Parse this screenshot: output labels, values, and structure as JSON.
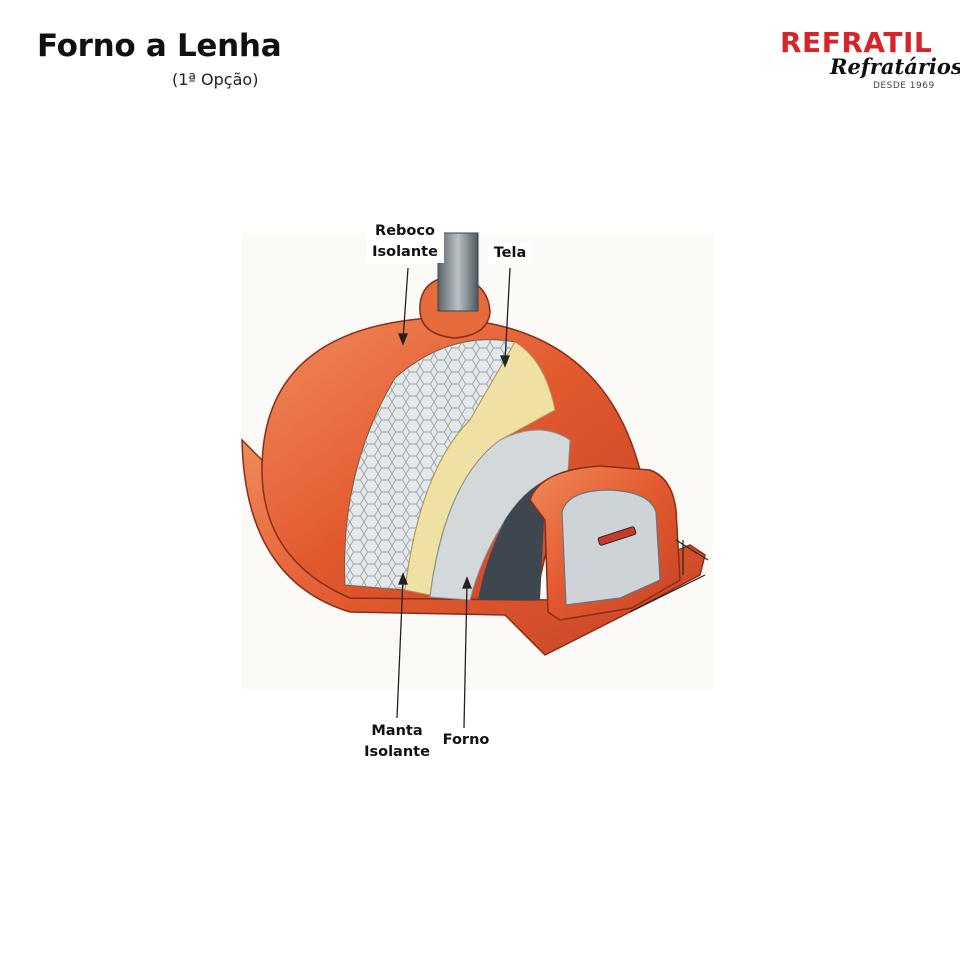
{
  "header": {
    "title": "Forno a Lenha",
    "subtitle": "(1ª Opção)"
  },
  "logo": {
    "brand": "REFRATIL",
    "script": "Refratários",
    "since": "DESDE 1969",
    "brand_color": "#d7242a"
  },
  "labels": {
    "reboco_isolante": "Reboco\nIsolante",
    "tela": "Tela",
    "manta_isolante": "Manta\nIsolante",
    "forno": "Forno"
  },
  "colors": {
    "shell": "#e56a3c",
    "shell_dark": "#c7472a",
    "mesh": "#dfe4e6",
    "blanket": "#efe0a4",
    "oven": "#d3d8db",
    "cavity": "#3e4650",
    "chimney": "#7f8a90"
  }
}
